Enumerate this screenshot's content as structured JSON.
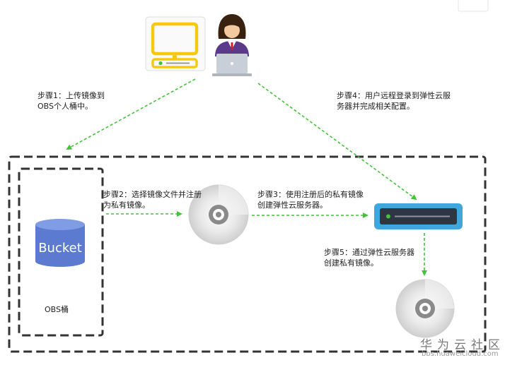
{
  "steps": {
    "step1": [
      "步骤1：上传镜像到",
      "OBS个人桶中。"
    ],
    "step2": [
      "步骤2：选择镜像文件并注册",
      "为私有镜像。"
    ],
    "step3": [
      "步骤3：使用注册后的私有镜像",
      "创建弹性云服务器。"
    ],
    "step4": [
      "步骤4：用户远程登录到弹性云服",
      "务器并完成相关配置。"
    ],
    "step5": [
      "步骤5：通过弹性云服务器",
      "创建私有镜像。"
    ]
  },
  "bucket": {
    "label": "Bucket",
    "caption": "OBS桶"
  },
  "watermark": {
    "title": "华为云社区",
    "url": "bbs.huaweicloud.com"
  },
  "colors": {
    "monitor": "#f6c90e",
    "user_suit": "#5b3a8c",
    "bucket": "#5b7ad0",
    "server": "#3fa7dd",
    "arrow": "#43c23a",
    "border": "#333333"
  },
  "icons": [
    "monitor-icon",
    "user-icon",
    "bucket-icon",
    "disc-icon",
    "server-icon"
  ]
}
